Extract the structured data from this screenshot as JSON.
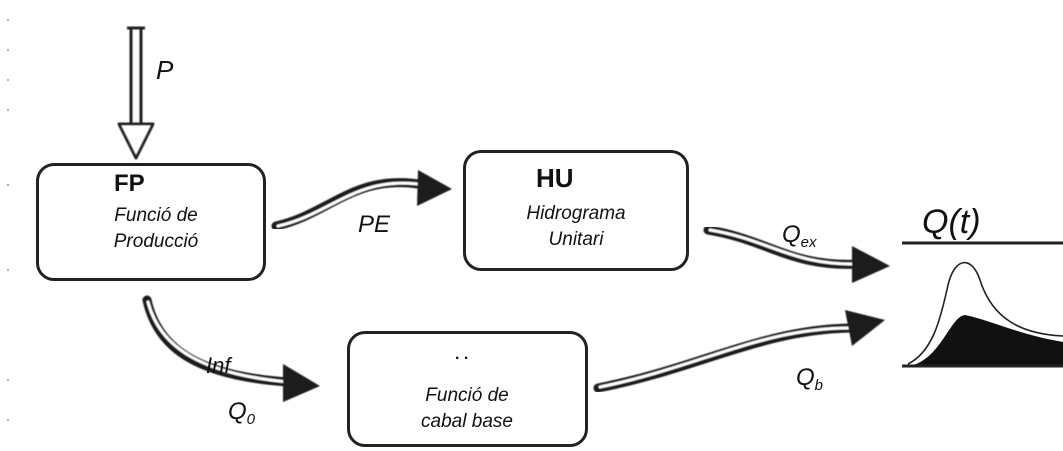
{
  "inputs": {
    "precipitation": "P"
  },
  "boxes": {
    "fp": {
      "code": "FP",
      "line1": "Funció de",
      "line2": "Producció"
    },
    "hu": {
      "code": "HU",
      "line1": "Hidrograma",
      "line2": "Unitari"
    },
    "base": {
      "dots": ". .",
      "line1": "Funció de",
      "line2": "cabal base"
    }
  },
  "flows": {
    "pe": "PE",
    "inf": "Inf",
    "q0_main": "Q",
    "q0_sub": "0",
    "qex_main": "Q",
    "qex_sub": "ex",
    "qb_main": "Q",
    "qb_sub": "b"
  },
  "output": {
    "title": "Q(t)"
  },
  "icons": [
    "double-down-arrow-icon",
    "decay-curve-icon",
    "hydrograph-icon",
    "hollow-curved-arrow-icon"
  ]
}
